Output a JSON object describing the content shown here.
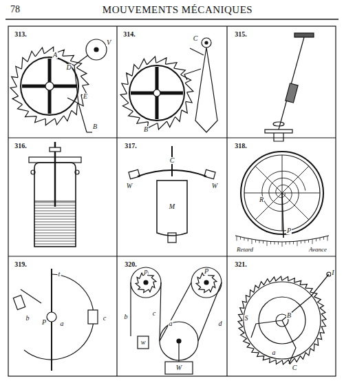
{
  "diagram": {
    "title": "MOUVEMENTS MÉCANIQUES",
    "labels": [
      "78",
      "313.",
      "A",
      "D",
      "V",
      "E",
      "B",
      "314.",
      "C",
      "B",
      "315.",
      "316.",
      "317.",
      "C",
      "W",
      "W",
      "M",
      "318.",
      "R",
      "P",
      "Retard",
      "Avance",
      "319.",
      "t",
      "P",
      "a",
      "b",
      "c",
      "320.",
      "p",
      "P",
      "b",
      "c",
      "a",
      "d",
      "w",
      "W",
      "321.",
      "I",
      "B",
      "S",
      "a",
      "C"
    ]
  }
}
